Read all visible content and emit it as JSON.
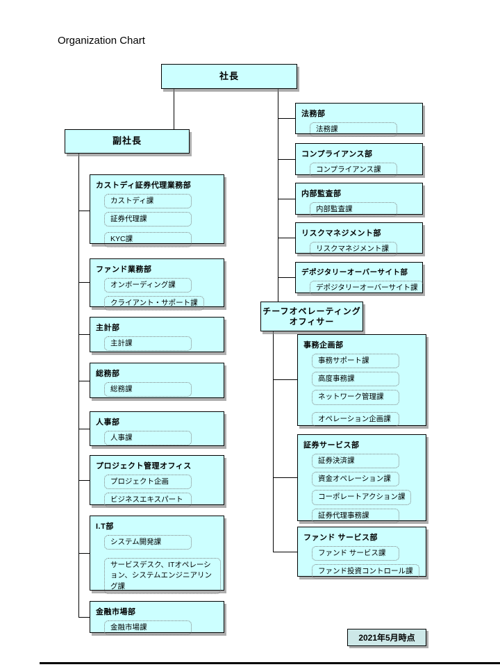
{
  "title": "Organization Chart",
  "president": "社長",
  "vice_president": "副社長",
  "coo": {
    "line1": "チーフオペレーティング",
    "line2": "オフィサー"
  },
  "as_of": "2021年5月時点",
  "left_departments": [
    {
      "name": "カストディ証券代理業務部",
      "items": [
        "カストディ課",
        "証券代理課",
        "KYC課"
      ]
    },
    {
      "name": "ファンド業務部",
      "items": [
        "オンボーディング課",
        "クライアント・サポート課"
      ]
    },
    {
      "name": "主計部",
      "items": [
        "主計課"
      ]
    },
    {
      "name": "総務部",
      "items": [
        "総務課"
      ]
    },
    {
      "name": "人事部",
      "items": [
        "人事課"
      ]
    },
    {
      "name": "プロジェクト管理オフィス",
      "items": [
        "プロジェクト企画",
        "ビジネスエキスパート"
      ]
    },
    {
      "name": "I.T部",
      "items": [
        "システム開発課",
        "サービスデスク、ITオペレーション、システムエンジニアリング課"
      ]
    },
    {
      "name": "金融市場部",
      "items": [
        "金融市場課"
      ]
    }
  ],
  "right_departments": [
    {
      "name": "法務部",
      "items": [
        "法務課"
      ]
    },
    {
      "name": "コンプライアンス部",
      "items": [
        "コンプライアンス課"
      ]
    },
    {
      "name": "内部監査部",
      "items": [
        "内部監査課"
      ]
    },
    {
      "name": "リスクマネジメント部",
      "items": [
        "リスクマネジメント課"
      ]
    },
    {
      "name": "デポジタリーオーバーサイト部",
      "items": [
        "デポジタリーオーバーサイト課"
      ]
    }
  ],
  "coo_departments": [
    {
      "name": "事務企画部",
      "items": [
        "事務サポート課",
        "高度事務課",
        "ネットワーク管理課",
        "オペレーション企画課"
      ]
    },
    {
      "name": "証券サービス部",
      "items": [
        "証券決済課",
        "資金オペレーション課",
        "コーポレートアクション課",
        "証券代理事務課"
      ]
    },
    {
      "name": "ファンド サービス部",
      "items": [
        "ファンド サービス課",
        "ファンド投資コントロール課"
      ]
    }
  ],
  "colors": {
    "box_fill": "#CCFFFF",
    "box_border": "#000000",
    "shadow": "#7D7D7D",
    "sub_border": "#7F7F7F",
    "date_fill": "#CDE8E8"
  }
}
